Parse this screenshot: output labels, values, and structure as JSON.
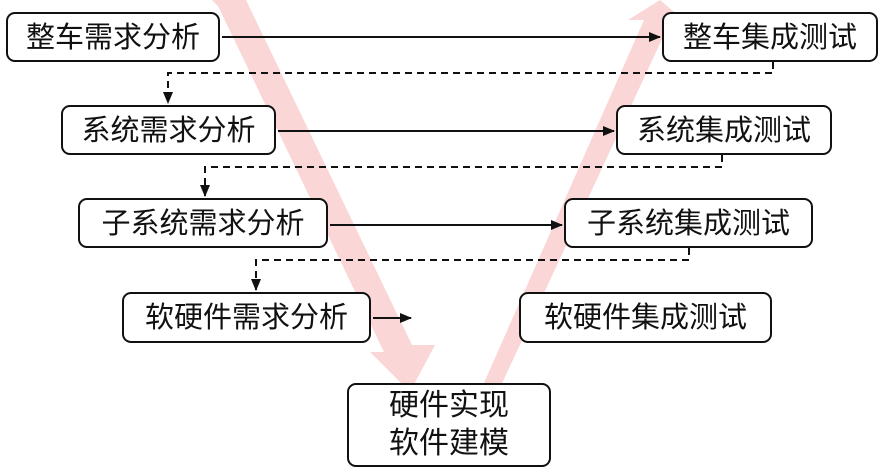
{
  "left_column": [
    {
      "label": "整车需求分析"
    },
    {
      "label": "系统需求分析"
    },
    {
      "label": "子系统需求分析"
    },
    {
      "label": "软硬件需求分析"
    }
  ],
  "right_column": [
    {
      "label": "整车集成测试"
    },
    {
      "label": "系统集成测试"
    },
    {
      "label": "子系统集成测试"
    },
    {
      "label": "软硬件集成测试"
    }
  ],
  "bottom": {
    "line1": "硬件实现",
    "line2": "软件建模"
  },
  "colors": {
    "v_arrow": "#f6b5b5",
    "stroke": "#111111"
  }
}
